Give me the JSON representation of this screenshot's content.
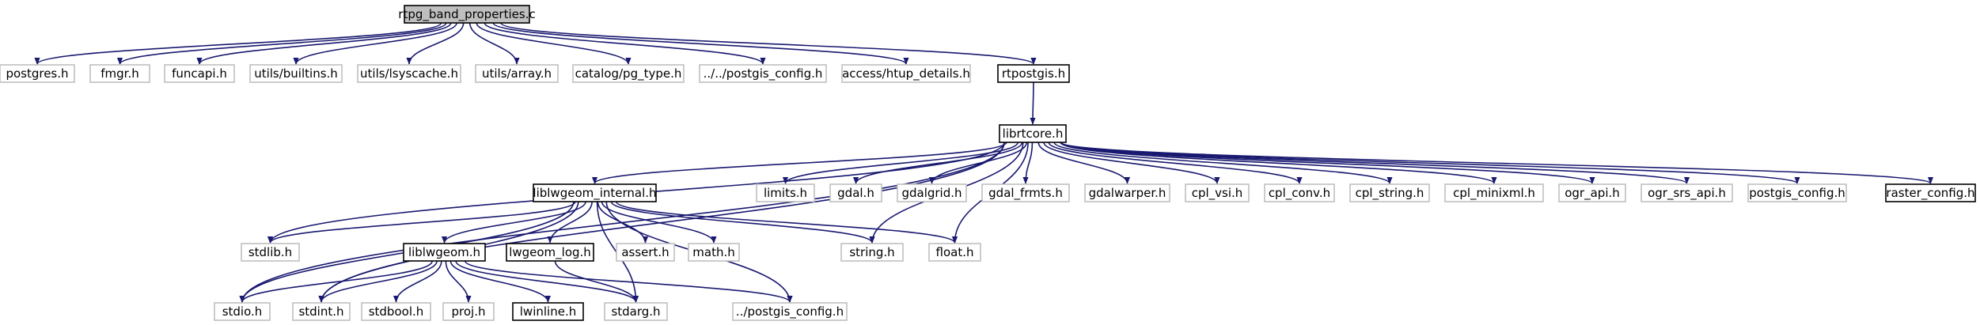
{
  "diagram": {
    "type": "include-dependency-graph",
    "colors": {
      "edge": "#191970",
      "root_fill": "#bfbfbf",
      "documented_border": "#000000",
      "undocumented_border": "#bfbfbf",
      "text": "#000000"
    },
    "nodes": [
      {
        "id": "root",
        "label": "rtpg_band_properties.c",
        "kind": "root"
      },
      {
        "id": "postgres",
        "label": "postgres.h",
        "kind": "undocumented"
      },
      {
        "id": "fmgr",
        "label": "fmgr.h",
        "kind": "undocumented"
      },
      {
        "id": "funcapi",
        "label": "funcapi.h",
        "kind": "undocumented"
      },
      {
        "id": "builtins",
        "label": "utils/builtins.h",
        "kind": "undocumented"
      },
      {
        "id": "lsyscache",
        "label": "utils/lsyscache.h",
        "kind": "undocumented"
      },
      {
        "id": "array",
        "label": "utils/array.h",
        "kind": "undocumented"
      },
      {
        "id": "pgtype",
        "label": "catalog/pg_type.h",
        "kind": "undocumented"
      },
      {
        "id": "pgconfig_up2",
        "label": "../../postgis_config.h",
        "kind": "undocumented"
      },
      {
        "id": "htup",
        "label": "access/htup_details.h",
        "kind": "undocumented"
      },
      {
        "id": "rtpostgis",
        "label": "rtpostgis.h",
        "kind": "documented"
      },
      {
        "id": "librtcore",
        "label": "librtcore.h",
        "kind": "documented"
      },
      {
        "id": "lwgeom_internal",
        "label": "liblwgeom_internal.h",
        "kind": "documented"
      },
      {
        "id": "limits",
        "label": "limits.h",
        "kind": "undocumented"
      },
      {
        "id": "gdal",
        "label": "gdal.h",
        "kind": "undocumented"
      },
      {
        "id": "gdalgrid",
        "label": "gdalgrid.h",
        "kind": "undocumented"
      },
      {
        "id": "gdal_frmts",
        "label": "gdal_frmts.h",
        "kind": "undocumented"
      },
      {
        "id": "gdalwarper",
        "label": "gdalwarper.h",
        "kind": "undocumented"
      },
      {
        "id": "cpl_vsi",
        "label": "cpl_vsi.h",
        "kind": "undocumented"
      },
      {
        "id": "cpl_conv",
        "label": "cpl_conv.h",
        "kind": "undocumented"
      },
      {
        "id": "cpl_string",
        "label": "cpl_string.h",
        "kind": "undocumented"
      },
      {
        "id": "cpl_minixml",
        "label": "cpl_minixml.h",
        "kind": "undocumented"
      },
      {
        "id": "ogr_api",
        "label": "ogr_api.h",
        "kind": "undocumented"
      },
      {
        "id": "ogr_srs_api",
        "label": "ogr_srs_api.h",
        "kind": "undocumented"
      },
      {
        "id": "postgis_config",
        "label": "postgis_config.h",
        "kind": "undocumented"
      },
      {
        "id": "raster_config",
        "label": "raster_config.h",
        "kind": "documented"
      },
      {
        "id": "stdlib",
        "label": "stdlib.h",
        "kind": "undocumented"
      },
      {
        "id": "liblwgeom",
        "label": "liblwgeom.h",
        "kind": "documented"
      },
      {
        "id": "lwgeom_log",
        "label": "lwgeom_log.h",
        "kind": "documented"
      },
      {
        "id": "assert",
        "label": "assert.h",
        "kind": "undocumented"
      },
      {
        "id": "math",
        "label": "math.h",
        "kind": "undocumented"
      },
      {
        "id": "string",
        "label": "string.h",
        "kind": "undocumented"
      },
      {
        "id": "float",
        "label": "float.h",
        "kind": "undocumented"
      },
      {
        "id": "stdio",
        "label": "stdio.h",
        "kind": "undocumented"
      },
      {
        "id": "stdint",
        "label": "stdint.h",
        "kind": "undocumented"
      },
      {
        "id": "stdbool",
        "label": "stdbool.h",
        "kind": "undocumented"
      },
      {
        "id": "proj",
        "label": "proj.h",
        "kind": "undocumented"
      },
      {
        "id": "lwinline",
        "label": "lwinline.h",
        "kind": "documented"
      },
      {
        "id": "stdarg",
        "label": "stdarg.h",
        "kind": "undocumented"
      },
      {
        "id": "pgconfig_up1",
        "label": "../postgis_config.h",
        "kind": "undocumented"
      }
    ],
    "edges": [
      [
        "root",
        "postgres"
      ],
      [
        "root",
        "fmgr"
      ],
      [
        "root",
        "funcapi"
      ],
      [
        "root",
        "builtins"
      ],
      [
        "root",
        "lsyscache"
      ],
      [
        "root",
        "array"
      ],
      [
        "root",
        "pgtype"
      ],
      [
        "root",
        "pgconfig_up2"
      ],
      [
        "root",
        "htup"
      ],
      [
        "root",
        "rtpostgis"
      ],
      [
        "rtpostgis",
        "librtcore"
      ],
      [
        "librtcore",
        "lwgeom_internal"
      ],
      [
        "librtcore",
        "limits"
      ],
      [
        "librtcore",
        "gdal"
      ],
      [
        "librtcore",
        "gdalgrid"
      ],
      [
        "librtcore",
        "gdal_frmts"
      ],
      [
        "librtcore",
        "gdalwarper"
      ],
      [
        "librtcore",
        "cpl_vsi"
      ],
      [
        "librtcore",
        "cpl_conv"
      ],
      [
        "librtcore",
        "cpl_string"
      ],
      [
        "librtcore",
        "cpl_minixml"
      ],
      [
        "librtcore",
        "ogr_api"
      ],
      [
        "librtcore",
        "ogr_srs_api"
      ],
      [
        "librtcore",
        "postgis_config"
      ],
      [
        "librtcore",
        "raster_config"
      ],
      [
        "librtcore",
        "stdlib"
      ],
      [
        "librtcore",
        "stdio"
      ],
      [
        "librtcore",
        "stdint"
      ],
      [
        "librtcore",
        "string"
      ],
      [
        "librtcore",
        "float"
      ],
      [
        "lwgeom_internal",
        "liblwgeom"
      ],
      [
        "lwgeom_internal",
        "lwgeom_log"
      ],
      [
        "lwgeom_internal",
        "assert"
      ],
      [
        "lwgeom_internal",
        "math"
      ],
      [
        "lwgeom_internal",
        "string"
      ],
      [
        "lwgeom_internal",
        "float"
      ],
      [
        "lwgeom_internal",
        "stdlib"
      ],
      [
        "lwgeom_internal",
        "stdio"
      ],
      [
        "lwgeom_internal",
        "stdint"
      ],
      [
        "lwgeom_internal",
        "stdarg"
      ],
      [
        "lwgeom_internal",
        "pgconfig_up1"
      ],
      [
        "liblwgeom",
        "stdio"
      ],
      [
        "liblwgeom",
        "stdint"
      ],
      [
        "liblwgeom",
        "stdbool"
      ],
      [
        "liblwgeom",
        "proj"
      ],
      [
        "liblwgeom",
        "lwinline"
      ],
      [
        "liblwgeom",
        "stdarg"
      ],
      [
        "liblwgeom",
        "pgconfig_up1"
      ],
      [
        "lwgeom_log",
        "stdarg"
      ]
    ]
  }
}
